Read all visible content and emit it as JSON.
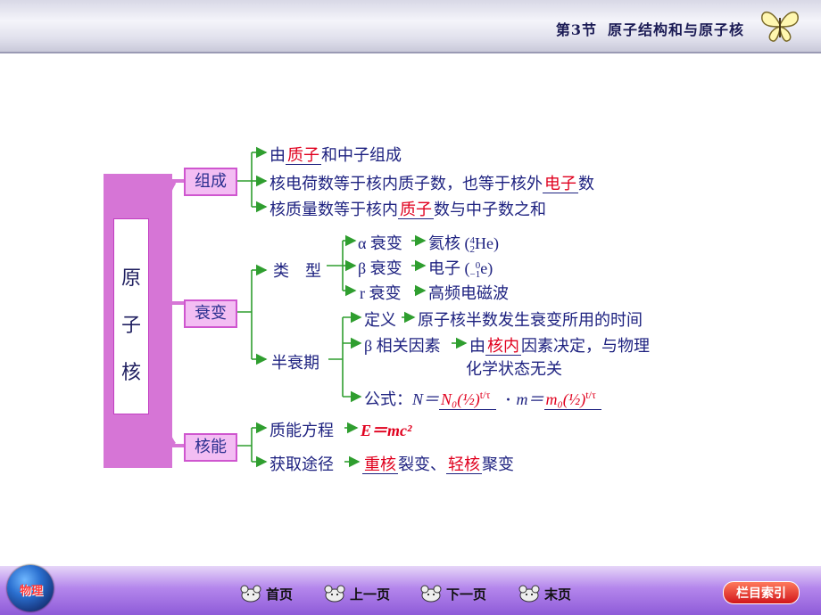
{
  "header": {
    "section": "第3节",
    "title": "原子结构和与原子核"
  },
  "diagram": {
    "root": [
      "原",
      "子",
      "核"
    ],
    "groups": {
      "composition": {
        "label": "组成",
        "items": {
          "line1_pre": "由",
          "line1_blank": "质子",
          "line1_post": "和中子组成",
          "line2_pre": "核电荷数等于核内质子数，也等于核外",
          "line2_blank": "电子",
          "line2_post": "数",
          "line3_pre": "核质量数等于核内",
          "line3_blank": "质子",
          "line3_post": "数与中子数之和"
        }
      },
      "decay": {
        "label": "衰变",
        "types": {
          "label": "类　型",
          "alpha": "α 衰变",
          "alpha_result": "氦核 (",
          "alpha_sym": "He)",
          "alpha_top": "4",
          "alpha_bot": "2",
          "beta": "β 衰变",
          "beta_result": "电子 (",
          "beta_sym": "e)",
          "beta_top": "0",
          "beta_bot": "−1",
          "gamma": "r  衰变",
          "gamma_result": "高频电磁波"
        },
        "halflife": {
          "label": "半衰期",
          "def_label": "定义",
          "def_text": "原子核半数发生衰变所用的时间",
          "factor_label": "β 相关因素",
          "factor_pre": "由",
          "factor_blank": "核内",
          "factor_post": "因素决定，与物理",
          "factor_line2": "化学状态无关",
          "formula_label": "公式：",
          "formula_N": "N＝",
          "formula_N0": "N₀(½)",
          "formula_exp": "t/τ",
          "formula_dot": "·",
          "formula_m": "m＝",
          "formula_m0": "m₀(½)"
        }
      },
      "energy": {
        "label": "核能",
        "eq_label": "质能方程",
        "eq": "E＝mc²",
        "method_label": "获取途径",
        "heavy": "重核",
        "fission": "裂变、",
        "light": "轻核",
        "fusion": "聚变"
      }
    }
  },
  "footer": {
    "badge": "物理",
    "nav": [
      "首页",
      "上一页",
      "下一页",
      "末页"
    ],
    "index": "栏目索引"
  },
  "colors": {
    "accent": "#d675d6",
    "line": "#2f9e2f",
    "text": "#1e2280",
    "answer": "#e0001e"
  }
}
